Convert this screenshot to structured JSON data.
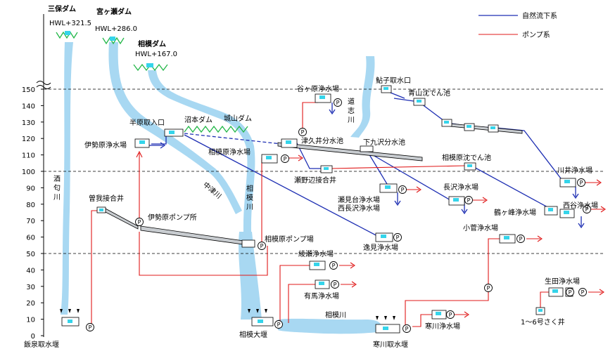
{
  "legend": {
    "gravity": "自然流下系",
    "pump": "ポンプ系"
  },
  "colors": {
    "gravity": "#1e2fb3",
    "pump": "#e01818",
    "river": "#a8d8f2",
    "water": "#35d4ea",
    "dam": "#25b84a"
  },
  "y_axis": {
    "ticks": [
      "0",
      "10",
      "20",
      "30",
      "40",
      "50",
      "60",
      "70",
      "80",
      "90",
      "100",
      "110",
      "120",
      "130",
      "140",
      "150"
    ]
  },
  "dams": {
    "miho": {
      "name": "三保ダム",
      "hwl": "HWL+321.5"
    },
    "miyagase": {
      "name": "宮ヶ瀬ダム",
      "hwl": "HWL+286.0"
    },
    "sagami": {
      "name": "相模ダム",
      "hwl": "HWL+167.0"
    },
    "numamoto": "沼本ダム",
    "shiroyama": "城山ダム"
  },
  "rivers": {
    "sakawa": "酒匂川",
    "nakatsu": "中津川",
    "sagami_v": "相模川",
    "sagami_h": "相模川",
    "doshi": "道志川"
  },
  "pump_glyph": "P",
  "facilities": {
    "iizumi_intake": "飯泉取水堰",
    "soga": "曽我接合井",
    "isehara_pump": "伊勢原ポンプ所",
    "isehara_plant": "伊勢原浄水場",
    "hanbara_intake": "半原取入口",
    "sagamihara_plant": "相模原浄水場",
    "sagamihara_pump": "相模原ポンプ場",
    "segyobe": "瀬野辺接合井",
    "yagahara": "谷ヶ原浄水場",
    "tsukui": "津久井分水池",
    "shimokuzawa": "下九沢分水池",
    "semi_line1": "瀬見台浄水場",
    "semi_line2": "西長沢浄水場",
    "hayami": "逸見浄水場",
    "ayuko": "鮎子取水口",
    "aoyama": "青山沈でん池",
    "sagamihara_settling": "相模原沈でん池",
    "nagasawa": "長沢浄水場",
    "tsurugamine": "鶴ヶ峰浄水場",
    "kawai": "川井浄水場",
    "nishiya": "西谷浄水場",
    "kosuge": "小菅浄水場",
    "ayase": "綾瀬浄水場",
    "arima": "有馬浄水場",
    "sagami_weir": "相模大堰",
    "samukawa_intake": "寒川取水堰",
    "samukawa_plant": "寒川浄水場",
    "ikuta": "生田浄水場",
    "wells": "1～6号さく井"
  }
}
